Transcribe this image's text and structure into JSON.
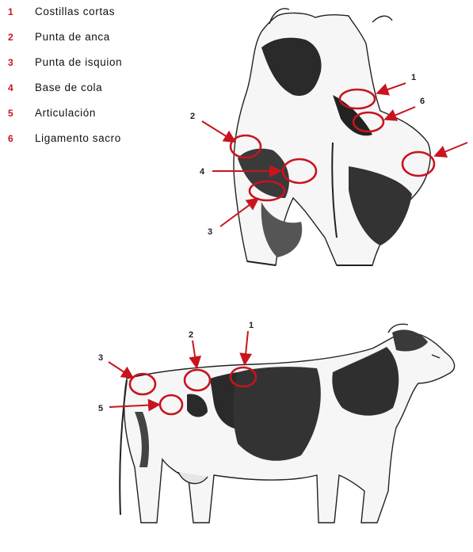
{
  "accent": "#c8141e",
  "legend": [
    {
      "number": "1",
      "label": "Costillas cortas"
    },
    {
      "number": "2",
      "label": "Punta de anca"
    },
    {
      "number": "3",
      "label": "Punta de isquion"
    },
    {
      "number": "4",
      "label": "Base de cola"
    },
    {
      "number": "5",
      "label": "Articulación"
    },
    {
      "number": "6",
      "label": "Ligamento sacro"
    }
  ],
  "rear_view": {
    "callouts": [
      "1",
      "6",
      "2",
      "4",
      "3"
    ]
  },
  "side_view": {
    "callouts": [
      "1",
      "2",
      "3",
      "5"
    ]
  }
}
